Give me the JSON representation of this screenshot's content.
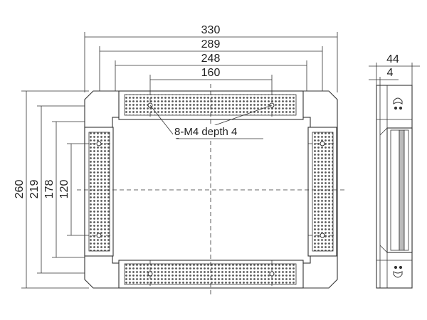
{
  "dimensions": {
    "width_outer": "330",
    "width_2": "289",
    "width_3": "248",
    "width_holes": "160",
    "height_outer": "260",
    "height_2": "219",
    "height_3": "178",
    "height_holes": "120",
    "side_depth": "44",
    "side_offset": "4"
  },
  "note": "8-M4 depth 4",
  "colors": {
    "line": "#333333",
    "background": "#ffffff"
  }
}
